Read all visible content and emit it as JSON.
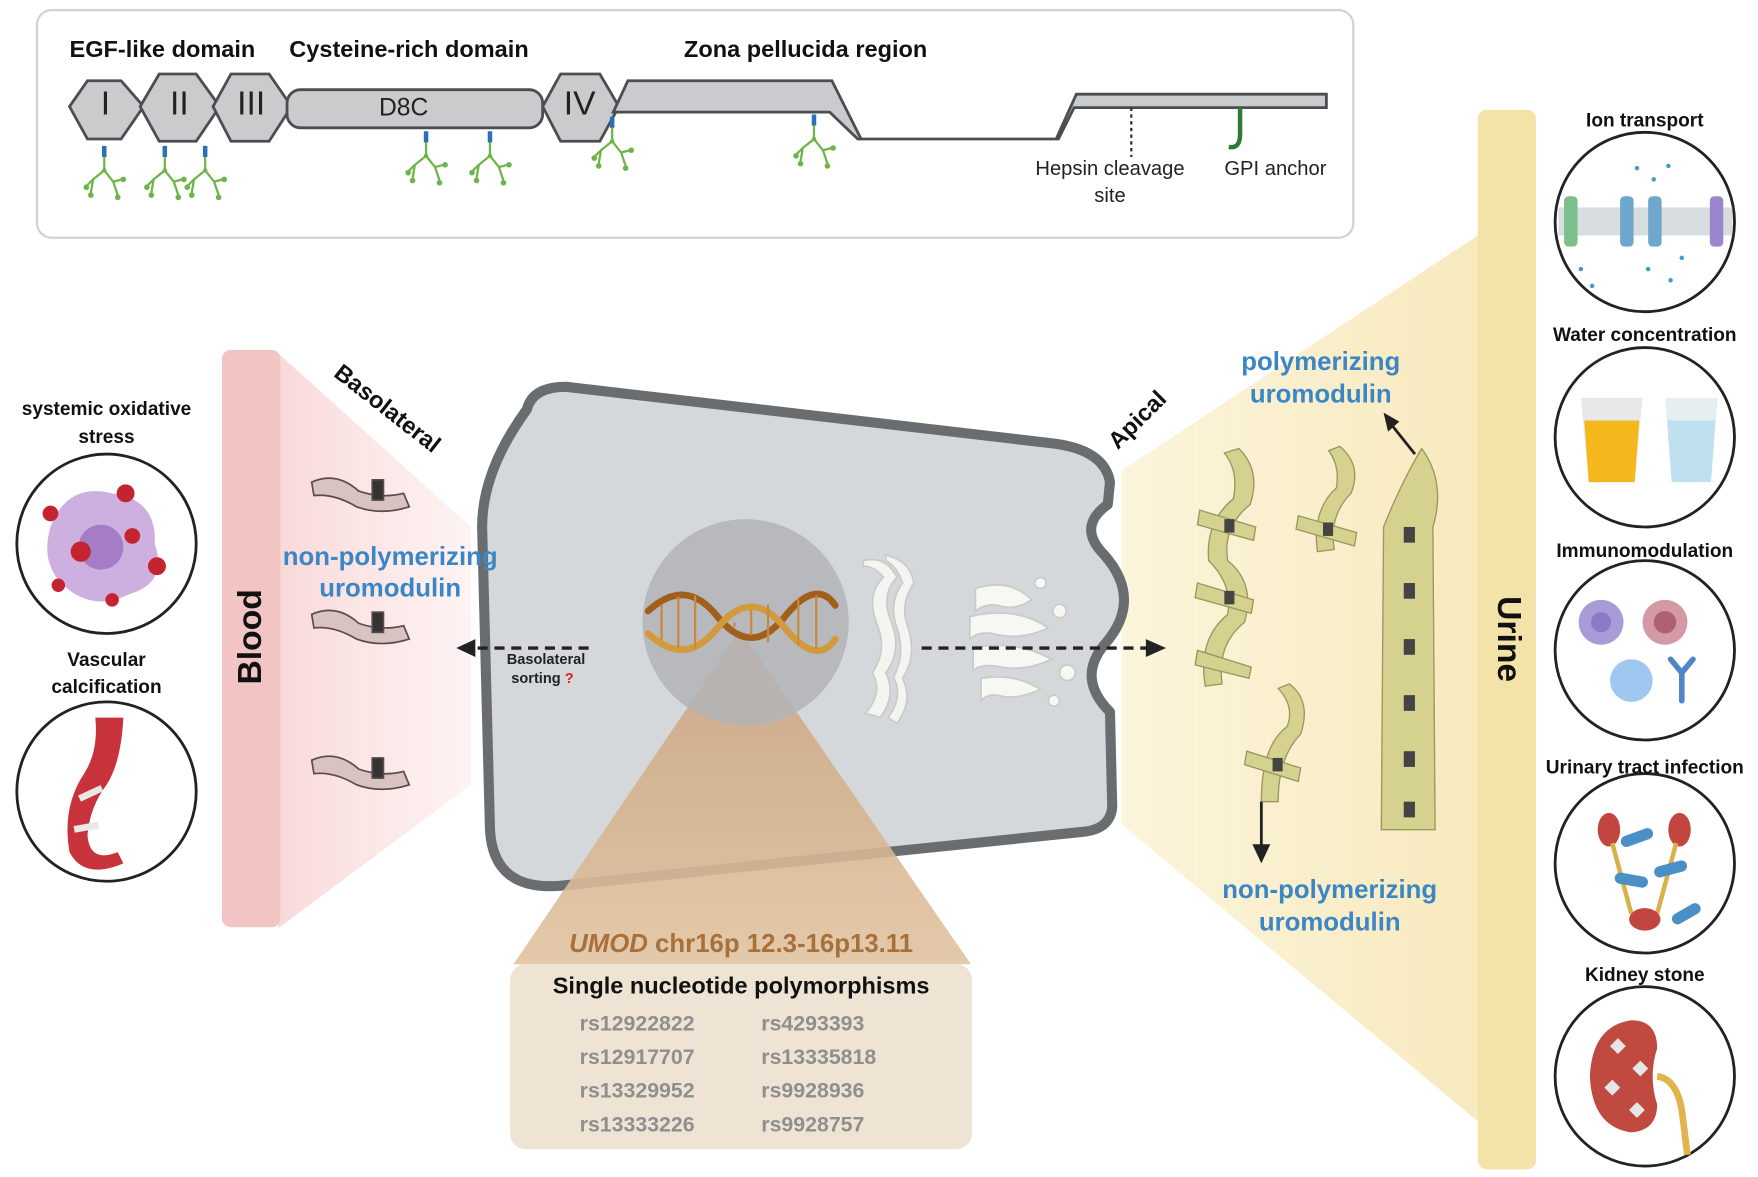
{
  "domain_panel": {
    "egf_domain": "EGF-like domain",
    "cysteine_domain": "Cysteine-rich domain",
    "zona_region": "Zona pellucida region",
    "numeral_1": "I",
    "numeral_2": "II",
    "numeral_3": "III",
    "numeral_4": "IV",
    "d8c_label": "D8C",
    "hepsin_line1": "Hepsin cleavage",
    "hepsin_line2": "site",
    "gpi_anchor": "GPI anchor"
  },
  "left": {
    "oxidative_line1": "systemic oxidative",
    "oxidative_line2": "stress",
    "vascular_line1": "Vascular",
    "vascular_line2": "calcification",
    "blood_label": "Blood",
    "basolateral_label": "Basolateral",
    "nonpoly_line1": "non-polymerizing",
    "nonpoly_line2": "uromodulin"
  },
  "cell": {
    "sorting_line1": "Basolateral",
    "sorting_line2": "sorting",
    "sorting_mark": "?",
    "apical_label": "Apical"
  },
  "gene": {
    "gene_name": "UMOD",
    "gene_locus": " chr16p 12.3-16p13.11",
    "snp_title": "Single nucleotide polymorphisms",
    "snps_left": [
      "rs12922822",
      "rs12917707",
      "rs13329952",
      "rs13333226"
    ],
    "snps_right": [
      "rs4293393",
      "rs13335818",
      "rs9928936",
      "rs9928757"
    ]
  },
  "right": {
    "poly_line1": "polymerizing",
    "poly_line2": "uromodulin",
    "nonpoly_line1": "non-polymerizing",
    "nonpoly_line2": "uromodulin",
    "urine_label": "Urine"
  },
  "functions": {
    "ion": "Ion transport",
    "water": "Water concentration",
    "immuno": "Immunomodulation",
    "uti": "Urinary tract infection",
    "stone": "Kidney stone"
  },
  "colors": {
    "accent_blue": "#3b86c4",
    "gene_brown": "#a8703a",
    "blood_pink": "#f5c8c8",
    "urine_yellow": "#f4e3a8",
    "cell_gray": "#d5d8db",
    "glycan_green": "#7cc04f"
  }
}
